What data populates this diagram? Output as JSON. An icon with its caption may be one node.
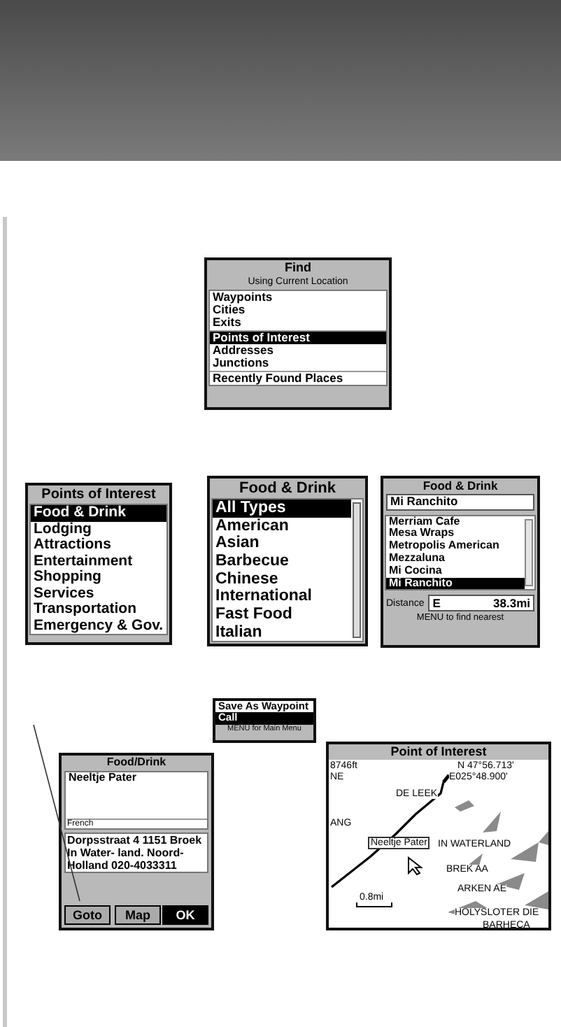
{
  "diagram": {
    "nodes": [
      {
        "text": [
          "Find",
          "Using Current Location",
          "Waypoints",
          "Cities",
          "Exits",
          "Points of Interest",
          "Addresses",
          "Junctions",
          "Recently Found Places"
        ]
      },
      {
        "text": [
          "Points of Interest",
          "Food & Drink",
          "Lodging",
          "Attractions",
          "Entertainment",
          "Shopping",
          "Services",
          "Transportation",
          "Emergency & Gov."
        ]
      },
      {
        "text": [
          "Food & Drink",
          "All Types",
          "American",
          "Asian",
          "Barbecue",
          "Chinese",
          "International",
          "Fast Food",
          "Italian"
        ]
      },
      {
        "text": [
          "Food & Drink",
          "Mi Ranchito",
          "Merriam Cafe",
          "Mesa Wraps",
          "Metropolis American",
          "Mezzaluna",
          "Mi Cocina",
          "Mi Ranchito",
          "Distance",
          "E",
          "38.3mi",
          "MENU to find nearest"
        ]
      },
      {
        "text": [
          "Save As Waypoint",
          "Call",
          "MENU for Main Menu"
        ]
      },
      {
        "text": [
          "Food/Drink",
          "Neeltje Pater",
          "French",
          "Dorpsstraat 4 1151 Broek In Water- land. Noord-Holland 020-4033311"
        ]
      },
      {
        "text": [
          "Goto"
        ],
        "in": 5
      },
      {
        "text": [
          "Map"
        ],
        "in": 5
      },
      {
        "text": [
          "OK"
        ],
        "in": 5
      },
      {
        "text": [
          "Point of Interest",
          "8746ft",
          "NE",
          "N 47°56.713'",
          "E025°48.900'",
          "DE LEEK",
          "ANG",
          "Neeltje Pater",
          "IN WATERLAND",
          "BREK AA",
          "ARKEN AE",
          "HOLYSLOTER DIE",
          "0.8mi",
          "BARHECA"
        ]
      }
    ],
    "edges": [
      {
        "from": null,
        "to": 6,
        "arrow": "none"
      }
    ]
  }
}
